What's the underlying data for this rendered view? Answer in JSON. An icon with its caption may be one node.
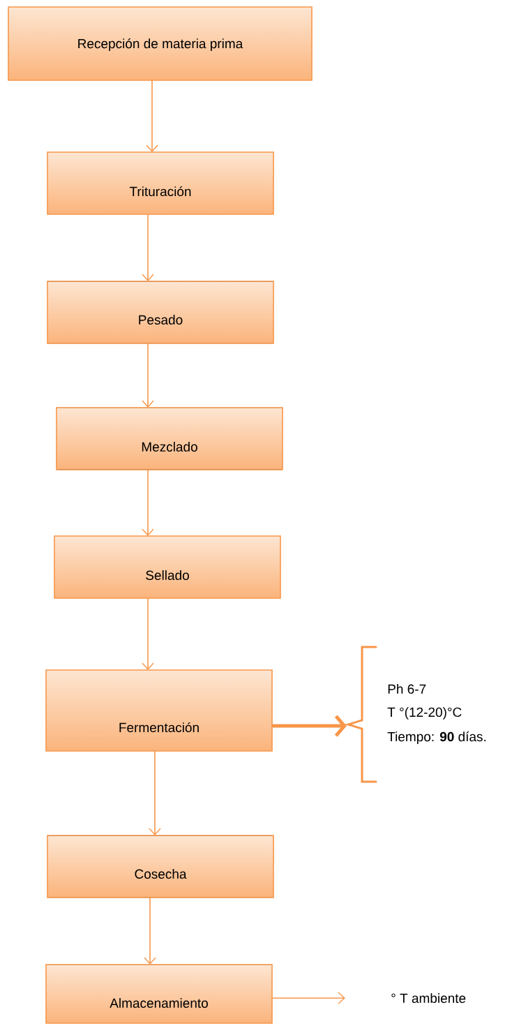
{
  "diagram": {
    "nodes": [
      {
        "text": [
          "Recepción de materia prima"
        ]
      },
      {
        "text": [
          "Trituración"
        ]
      },
      {
        "text": [
          "Pesado"
        ]
      },
      {
        "text": [
          "Mezclado"
        ]
      },
      {
        "text": [
          "Sellado"
        ]
      },
      {
        "text": [
          "Fermentación"
        ]
      },
      {
        "text": [
          "Cosecha"
        ]
      },
      {
        "text": [
          "Almacenamiento"
        ]
      },
      {
        "text": [
          "Ph 6-7",
          "T °(12-20)°C",
          "Tiempo:  **90** días."
        ]
      },
      {
        "text": [
          "° T ambiente"
        ]
      }
    ],
    "edges": [
      {
        "from": 0,
        "to": 1,
        "arrow": "to"
      },
      {
        "from": 1,
        "to": 2,
        "arrow": "to"
      },
      {
        "from": 2,
        "to": 3,
        "arrow": "to"
      },
      {
        "from": 3,
        "to": 4,
        "arrow": "to"
      },
      {
        "from": 4,
        "to": 5,
        "arrow": "to"
      },
      {
        "from": 5,
        "to": 6,
        "arrow": "to"
      },
      {
        "from": 6,
        "to": 7,
        "arrow": "to"
      },
      {
        "from": 5,
        "to": 8,
        "arrow": "to",
        "style": "thick"
      },
      {
        "from": 7,
        "to": 9,
        "arrow": "to"
      }
    ]
  }
}
